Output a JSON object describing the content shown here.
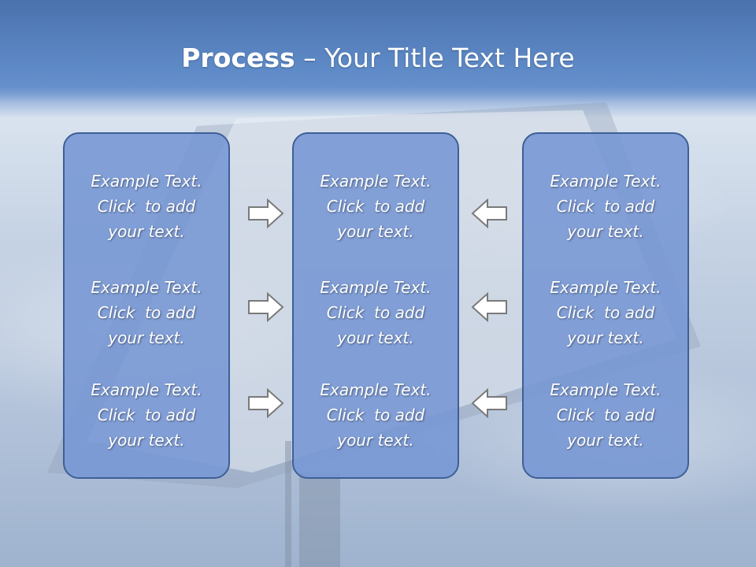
{
  "slide": {
    "title_bold": "Process",
    "title_rest": " – Your Title Text Here"
  },
  "columns": [
    {
      "paragraphs": [
        [
          "Example Text.",
          "Click  to add",
          "your text."
        ],
        [
          "Example Text.",
          "Click  to add",
          "your text."
        ],
        [
          "Example Text.",
          "Click  to add",
          "your text."
        ]
      ]
    },
    {
      "paragraphs": [
        [
          "Example Text.",
          "Click  to add",
          "your text."
        ],
        [
          "Example Text.",
          "Click  to add",
          "your text."
        ],
        [
          "Example Text.",
          "Click  to add",
          "your text."
        ]
      ]
    },
    {
      "paragraphs": [
        [
          "Example Text.",
          "Click  to add",
          "your text."
        ],
        [
          "Example Text.",
          "Click  to add",
          "your text."
        ],
        [
          "Example Text.",
          "Click  to add",
          "your text."
        ]
      ]
    }
  ],
  "arrows": {
    "left": [
      "arrow-right-icon",
      "arrow-right-icon",
      "arrow-right-icon"
    ],
    "right": [
      "arrow-left-icon",
      "arrow-left-icon",
      "arrow-left-icon"
    ]
  },
  "colors": {
    "box_fill": "#7696d4",
    "box_border": "#3e5f96",
    "title_band": "#5a84c2"
  }
}
